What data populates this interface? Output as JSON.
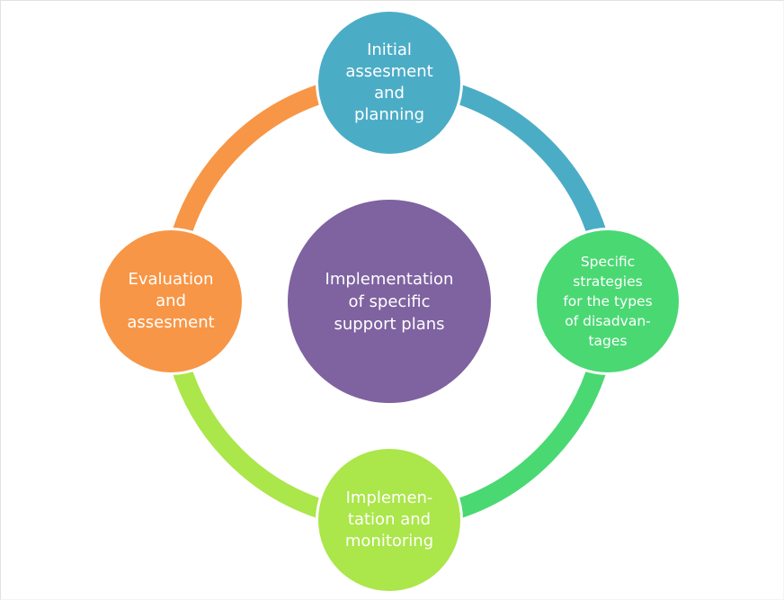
{
  "diagram": {
    "type": "cycle",
    "center": {
      "label": "Implementation\nof specific\nsupport plans",
      "color": "#7f62a0"
    },
    "nodes": [
      {
        "id": "top",
        "label": "Initial\nassesment\nand\nplanning",
        "color": "#4bacc6"
      },
      {
        "id": "right",
        "label": "Specific\nstrategies\nfor the types\nof disadvan-\ntages",
        "color": "#4ad873"
      },
      {
        "id": "bottom",
        "label": "Implemen-\ntation and\nmonitoring",
        "color": "#abe64a"
      },
      {
        "id": "left",
        "label": "Evaluation\nand\nassesment",
        "color": "#f79646"
      }
    ],
    "connectors": [
      {
        "from": "top",
        "to": "right",
        "color": "#4bacc6"
      },
      {
        "from": "right",
        "to": "bottom",
        "color": "#4ad873"
      },
      {
        "from": "bottom",
        "to": "left",
        "color": "#abe64a"
      },
      {
        "from": "left",
        "to": "top",
        "color": "#f79646"
      }
    ]
  }
}
